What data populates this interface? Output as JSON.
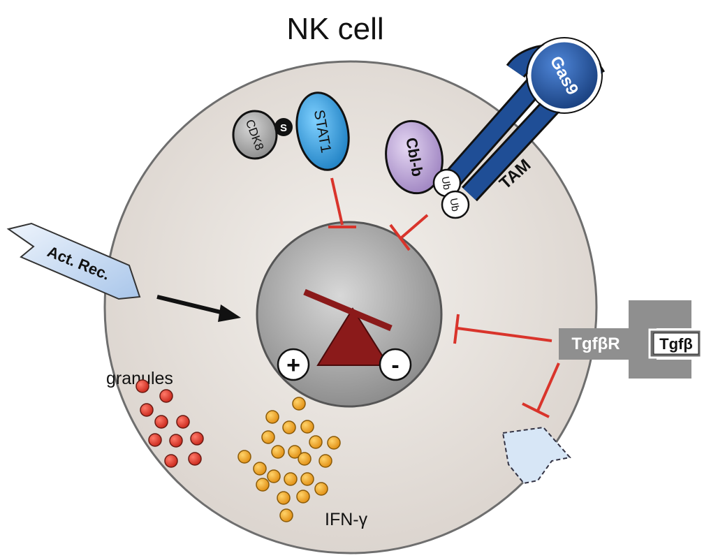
{
  "title": "NK cell",
  "labels": {
    "cdk8": "CDK8",
    "s": "S",
    "stat1": "STAT1",
    "cblb": "Cbl-b",
    "ub1": "Ub",
    "ub2": "Ub",
    "gas9": "Gas9",
    "tam": "TAM",
    "act_rec": "Act. Rec.",
    "tgfbr": "TgfβR",
    "tgfb": "Tgfβ",
    "plus": "+",
    "minus": "-",
    "granules": "granules",
    "ifng": "IFN-γ"
  },
  "colors": {
    "cell_fill": "#e6e1dc",
    "nucleus_fill": "#b8b8b8",
    "inhibit": "#d9342b",
    "balance": "#8b1a1a",
    "stat1": "#2a9ad8",
    "cblb": "#b59cd0",
    "gas9": "#1f4e96",
    "receptor_blue": "#c9dcf2",
    "tgf_gray": "#8f8f8f",
    "granule_red": "#d93a2e",
    "ifn_orange": "#f0a62a"
  }
}
